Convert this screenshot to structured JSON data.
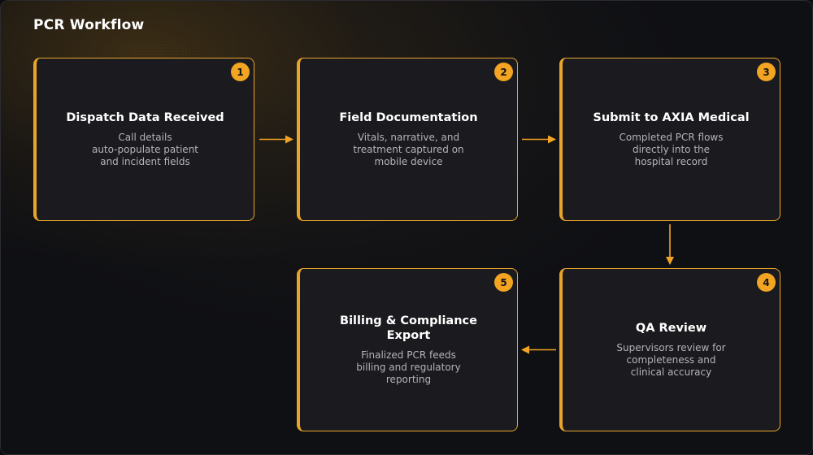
{
  "title": "PCR Workflow",
  "colors": {
    "accent": "#f2a422",
    "card_bg": "#1b1b1f",
    "background": "#0f1014"
  },
  "steps": [
    {
      "number": "1",
      "title": "Dispatch Data Received",
      "desc": "Call details\nauto-populate patient\nand incident fields"
    },
    {
      "number": "2",
      "title": "Field Documentation",
      "desc": "Vitals, narrative, and\ntreatment captured on\nmobile device"
    },
    {
      "number": "3",
      "title": "Submit to AXIA Medical",
      "desc": "Completed PCR flows\ndirectly into the\nhospital record"
    },
    {
      "number": "4",
      "title": "QA Review",
      "desc": "Supervisors review for\ncompleteness and\nclinical accuracy"
    },
    {
      "number": "5",
      "title": "Billing & Compliance Export",
      "desc": "Finalized PCR feeds\nbilling and regulatory\nreporting"
    }
  ]
}
